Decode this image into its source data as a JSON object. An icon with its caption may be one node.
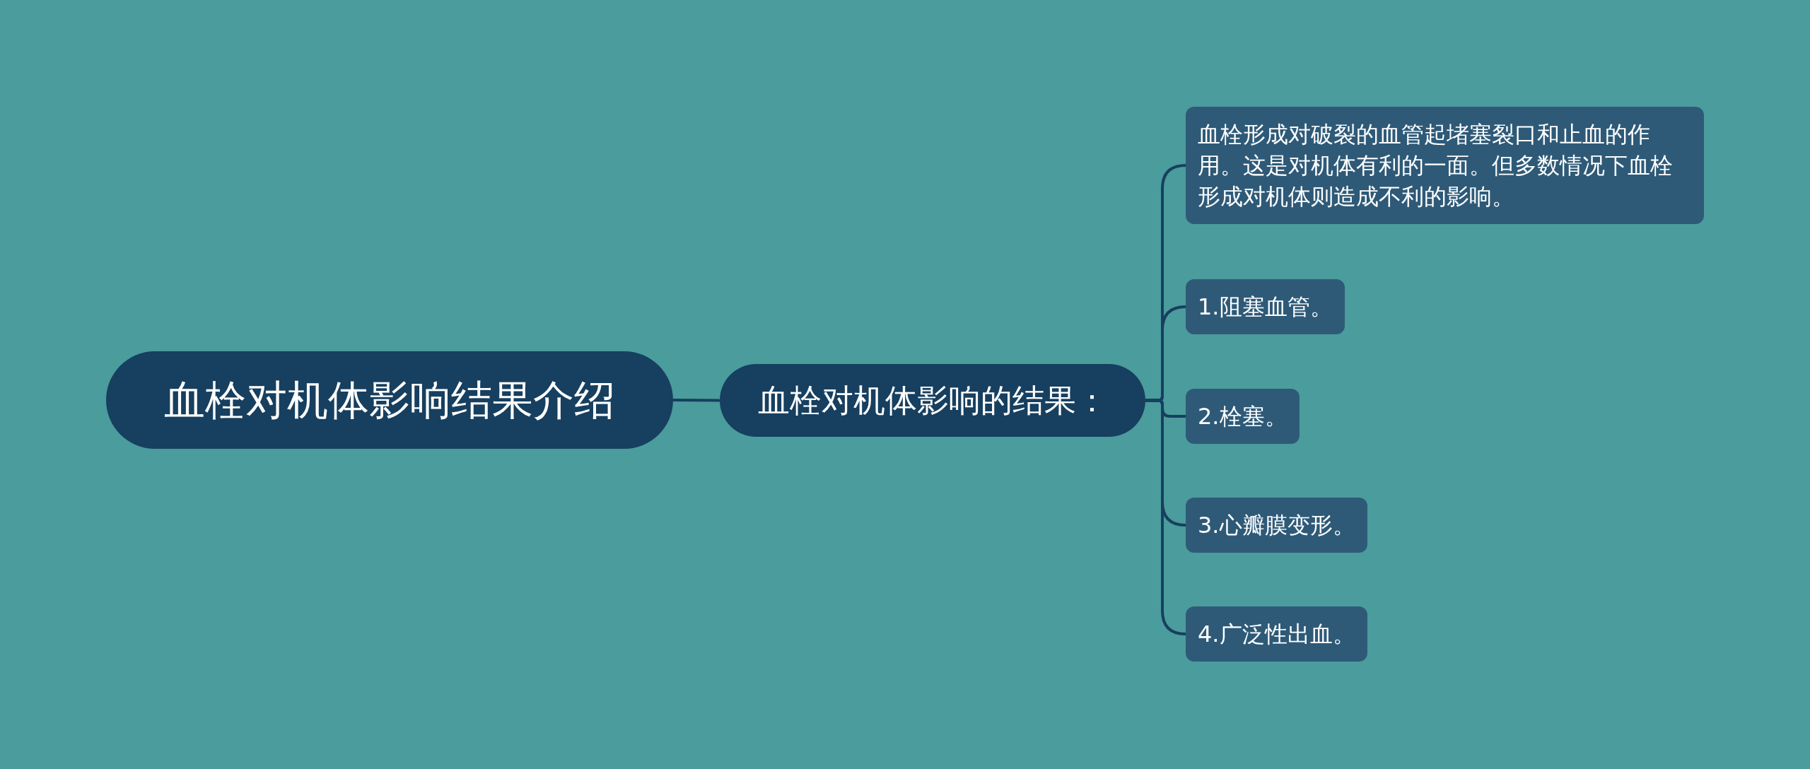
{
  "diagram": {
    "nodes": [
      {
        "text": [
          "血栓对机体影响结果介绍"
        ]
      },
      {
        "text": [
          "血栓对机体影响的结果："
        ]
      },
      {
        "text": [
          "血栓形成对破裂的血管起堵塞裂口和止血的作用。这是对机体有利的一面。但多数情况下血栓形成对机体则造成不利的影响。"
        ]
      },
      {
        "text": [
          "1.阻塞血管。"
        ]
      },
      {
        "text": [
          "2.栓塞。"
        ]
      },
      {
        "text": [
          "3.心瓣膜变形。"
        ]
      },
      {
        "text": [
          "4.广泛性出血。"
        ]
      }
    ],
    "edges": [
      {
        "from": 0,
        "to": 1,
        "arrow": "none"
      },
      {
        "from": 1,
        "to": 2,
        "arrow": "none"
      },
      {
        "from": 1,
        "to": 3,
        "arrow": "none"
      },
      {
        "from": 1,
        "to": 4,
        "arrow": "none"
      },
      {
        "from": 1,
        "to": 5,
        "arrow": "none"
      },
      {
        "from": 1,
        "to": 6,
        "arrow": "none"
      }
    ]
  }
}
